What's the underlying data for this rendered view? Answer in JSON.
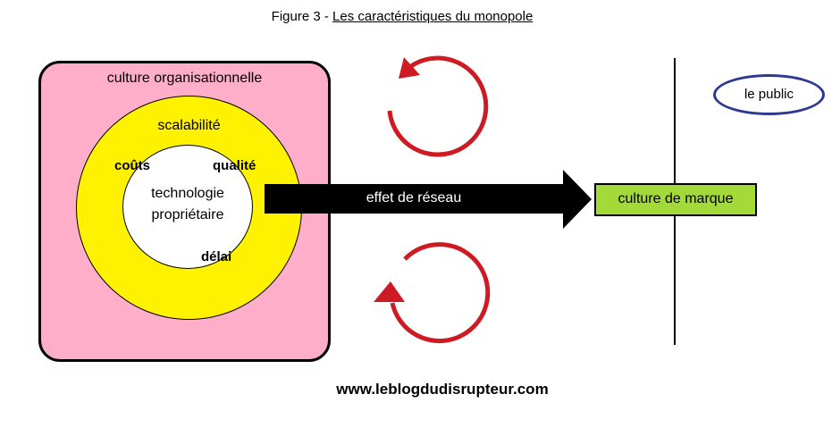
{
  "title": {
    "prefix": "Figure 3 - ",
    "main": "Les caractéristiques du monopole"
  },
  "monopole": {
    "outer_label": "culture organisationnelle",
    "middle_label": "scalabilité",
    "core_label": "technologie propriétaire",
    "factor_left": "coûts",
    "factor_right": "qualité",
    "factor_bottom": "délai"
  },
  "network_arrow": {
    "label": "effet de réseau"
  },
  "brand_box": {
    "label": "culture de marque"
  },
  "public_ellipse": {
    "label": "le public"
  },
  "footer": {
    "website": "www.leblogdudisrupteur.com"
  },
  "colors": {
    "pink": "#FFAEC9",
    "yellow": "#FFF200",
    "green": "#A3D939",
    "red": "#CE1B23",
    "navy": "#2B3A8F"
  }
}
